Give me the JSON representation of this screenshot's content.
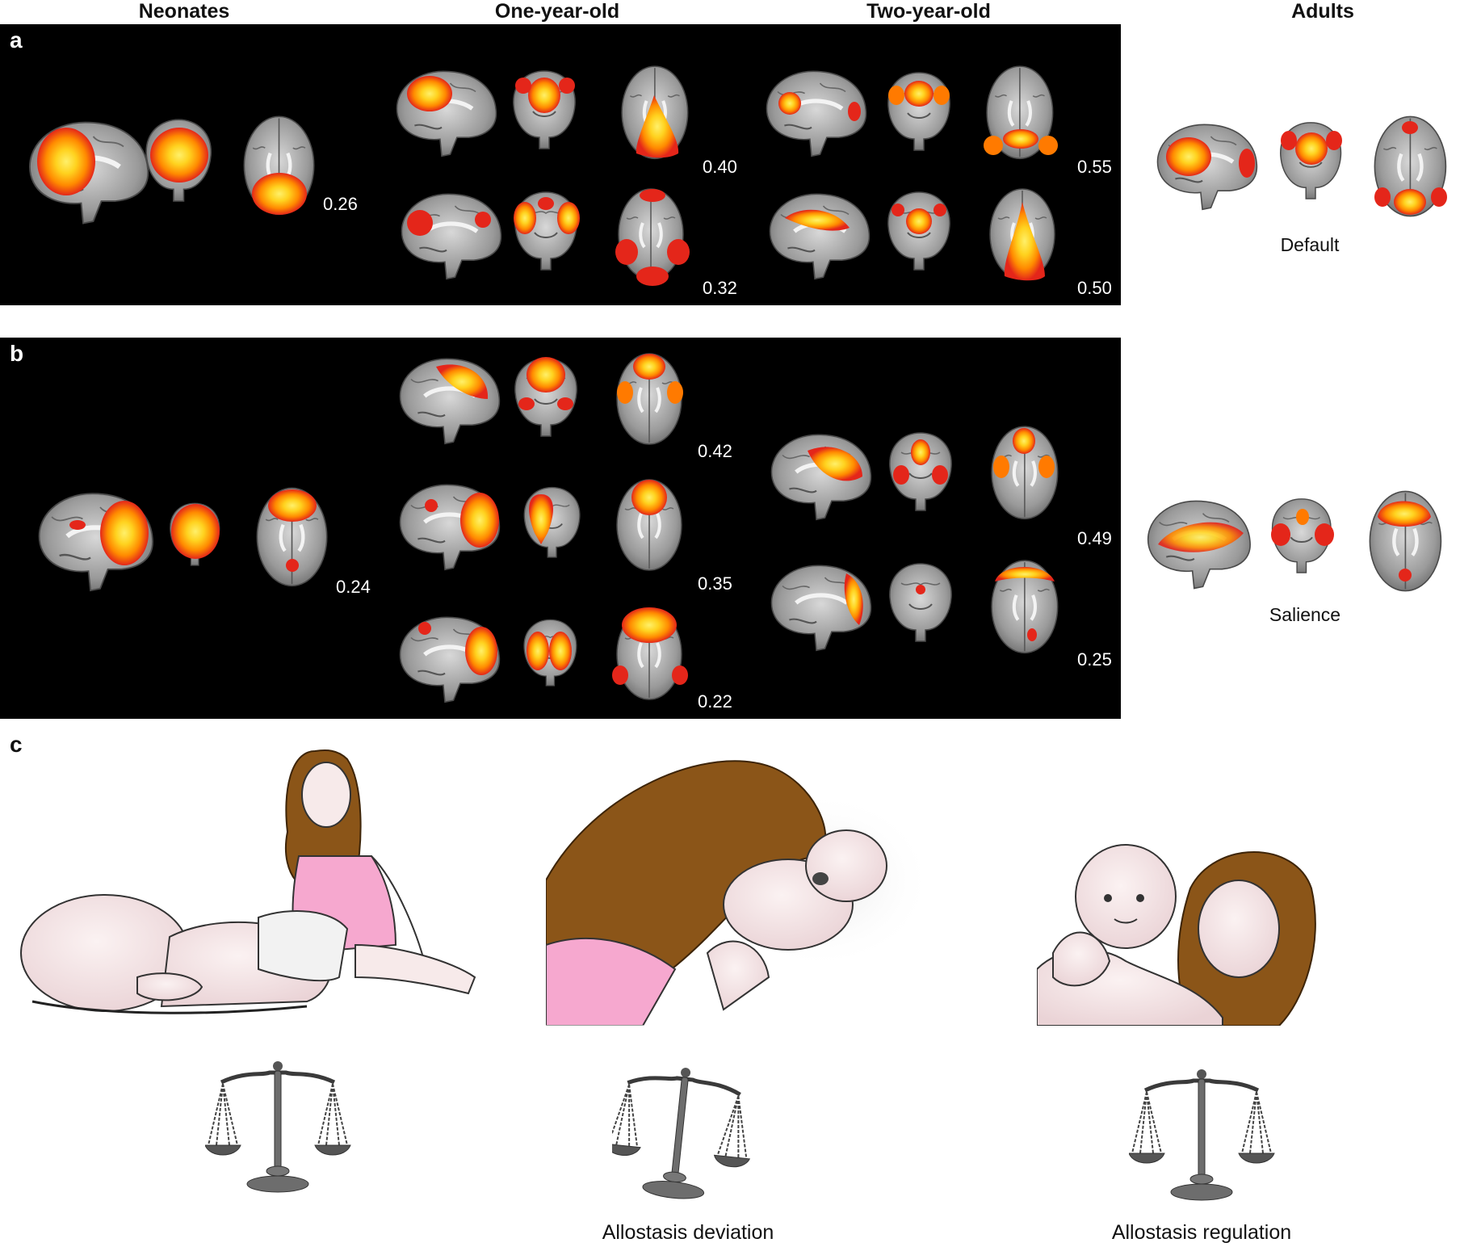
{
  "columns": [
    "Neonates",
    "One-year-old",
    "Two-year-old",
    "Adults"
  ],
  "panel_a": {
    "label": "a",
    "values": {
      "neonate": "0.26",
      "one_top": "0.40",
      "one_bottom": "0.32",
      "two_top": "0.55",
      "two_bottom": "0.50"
    },
    "adult_network": "Default"
  },
  "panel_b": {
    "label": "b",
    "values": {
      "neonate": "0.24",
      "one_1": "0.42",
      "one_2": "0.35",
      "one_3": "0.22",
      "two_1": "0.49",
      "two_2": "0.25"
    },
    "adult_network": "Salience"
  },
  "panel_c": {
    "label": "c",
    "captions": [
      "",
      "Allostasis deviation",
      "Allostasis regulation"
    ]
  },
  "colors": {
    "panel_bg": "#000000",
    "activation_hot": "#ffd21f",
    "activation_warm": "#ff7a00",
    "activation_edge": "#e4261a",
    "hair": "#8b5518",
    "top": "#f6a8cf"
  }
}
